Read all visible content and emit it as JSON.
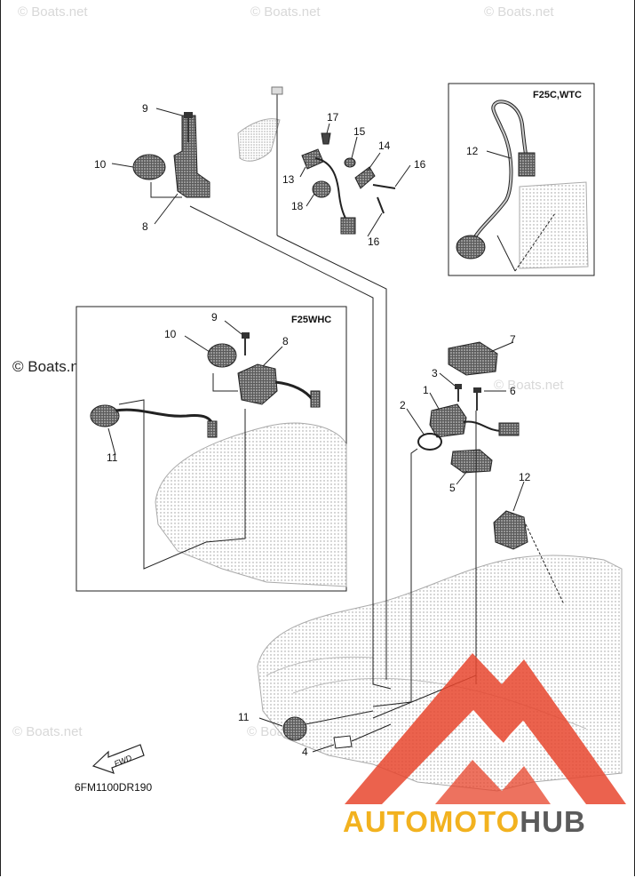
{
  "diagram": {
    "part_code": "6FM1100DR190",
    "inset_right_title": "F25C,WTC",
    "inset_left_title": "F25WHC",
    "callouts": {
      "c9a": "9",
      "c10a": "10",
      "c8a": "8",
      "c17": "17",
      "c15": "15",
      "c14": "14",
      "c16a": "16",
      "c13": "13",
      "c18": "18",
      "c16b": "16",
      "c12a": "12",
      "c9b": "9",
      "c10b": "10",
      "c8b": "8",
      "c11a": "11",
      "c7": "7",
      "c3": "3",
      "c6": "6",
      "c1": "1",
      "c2": "2",
      "c5": "5",
      "c12b": "12",
      "c11b": "11",
      "c4": "4"
    },
    "fwd_label": "FWD"
  },
  "watermarks": {
    "w1": "© Boats.net",
    "w2": "© Boats.net",
    "w3": "© Boats.net",
    "w4": "© Boats.net",
    "w5": "© Boats.net",
    "w6": "© Boats.net",
    "w7": "© Boats.net"
  },
  "logo": {
    "brand_part1": "AUTOMOTO",
    "brand_part2": "HUB",
    "colors": {
      "primary": "#e8472f",
      "accent": "#f2b21f",
      "dark": "#5b5b5b"
    }
  }
}
